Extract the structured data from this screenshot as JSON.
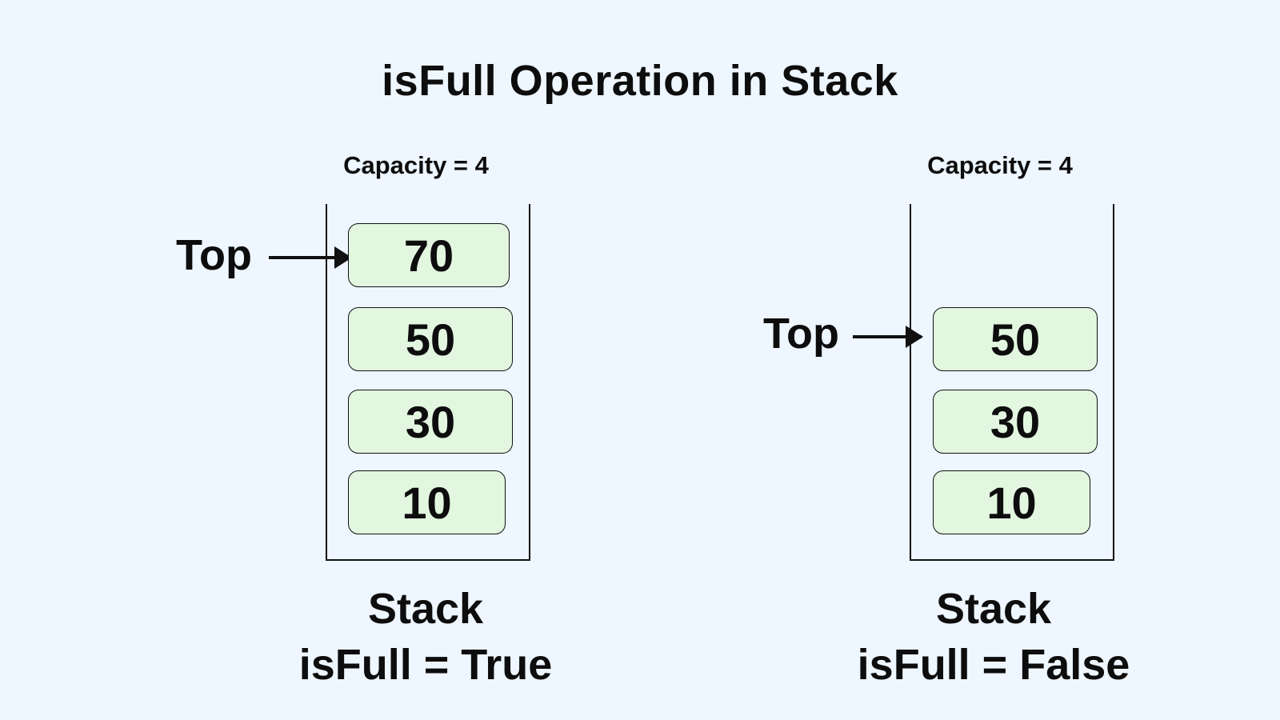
{
  "title": "isFull Operation in Stack",
  "left_stack": {
    "capacity_label": "Capacity = 4",
    "top_label": "Top",
    "items": [
      "70",
      "50",
      "30",
      "10"
    ],
    "caption_line1": "Stack",
    "caption_line2": "isFull = True"
  },
  "right_stack": {
    "capacity_label": "Capacity = 4",
    "top_label": "Top",
    "items": [
      "50",
      "30",
      "10"
    ],
    "caption_line1": "Stack",
    "caption_line2": "isFull = False"
  },
  "colors": {
    "background": "#eef6ff",
    "item_fill": "#e2f6e0",
    "stroke": "#111111"
  }
}
